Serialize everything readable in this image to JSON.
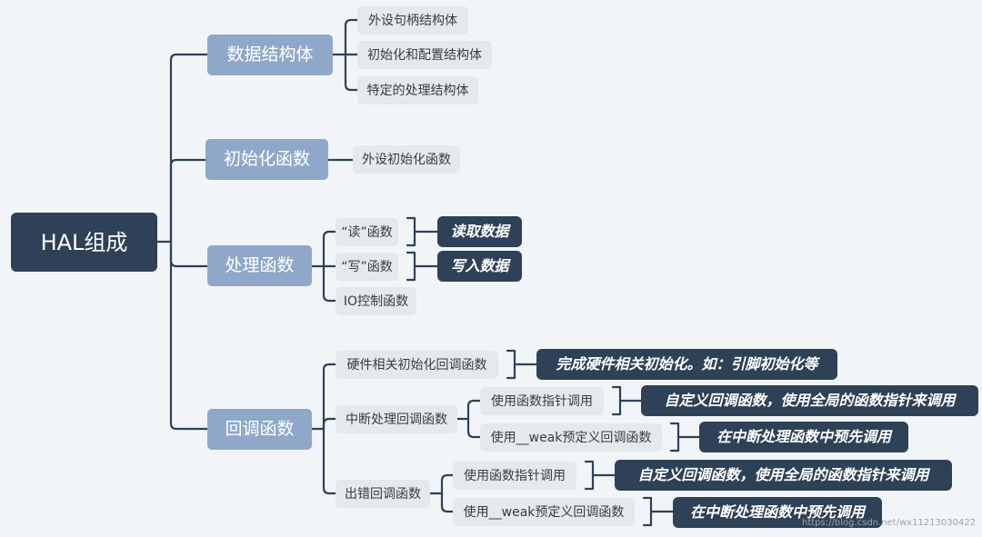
{
  "root": {
    "label": "HAL组成"
  },
  "categories": [
    {
      "label": "数据结构体",
      "items": [
        {
          "label": "外设句柄结构体"
        },
        {
          "label": "初始化和配置结构体"
        },
        {
          "label": "特定的处理结构体"
        }
      ]
    },
    {
      "label": "初始化函数",
      "items": [
        {
          "label": "外设初始化函数"
        }
      ]
    },
    {
      "label": "处理函数",
      "items": [
        {
          "label": "“读”函数",
          "note": "读取数据"
        },
        {
          "label": "“写”函数",
          "note": "写入数据"
        },
        {
          "label": "IO控制函数"
        }
      ]
    },
    {
      "label": "回调函数",
      "items": [
        {
          "label": "硬件相关初始化回调函数",
          "note": "完成硬件相关初始化。如：引脚初始化等"
        },
        {
          "label": "中断处理回调函数",
          "items": [
            {
              "label": "使用函数指针调用",
              "note": "自定义回调函数，使用全局的函数指针来调用"
            },
            {
              "label": "使用__weak预定义回调函数",
              "note": "在中断处理函数中预先调用"
            }
          ]
        },
        {
          "label": "出错回调函数",
          "items": [
            {
              "label": "使用函数指针调用",
              "note": "自定义回调函数，使用全局的函数指针来调用"
            },
            {
              "label": "使用__weak预定义回调函数",
              "note": "在中断处理函数中预先调用"
            }
          ]
        }
      ]
    }
  ],
  "watermark": "https://blog.csdn.net/wx11213030422",
  "colors": {
    "background": "#f1f5f8",
    "root": "#2f4157",
    "category": "#8fa8c9",
    "leaf": "#e5e9ee",
    "note": "#2f4157",
    "connector": "#2f4157"
  }
}
